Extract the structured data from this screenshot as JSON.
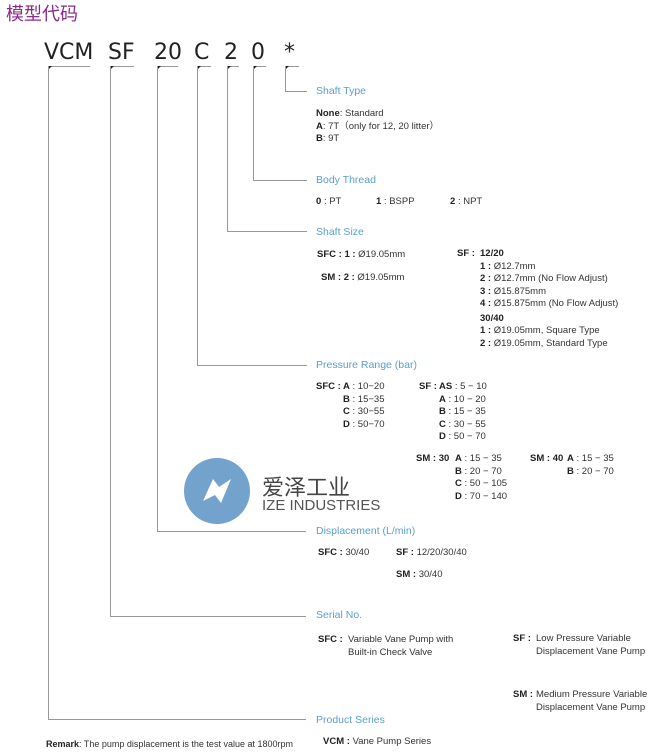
{
  "title": "模型代码",
  "code": [
    "VCM",
    "SF",
    "20",
    "C",
    "2",
    "0",
    "*"
  ],
  "sections": {
    "shaft_type": {
      "label": "Shaft Type",
      "none_key": "None",
      "none_val": ": Standard",
      "a_key": "A",
      "a_val": ": 7T（only for 12, 20 litter）",
      "b_key": "B",
      "b_val": ": 9T"
    },
    "body_thread": {
      "label": "Body Thread",
      "k0": "0",
      "v0": ": PT",
      "k1": "1",
      "v1": ": BSPP",
      "k2": "2",
      "v2": ": NPT"
    },
    "shaft_size": {
      "label": "Shaft Size",
      "sfc": "SFC : 1 :",
      "sfc_v": "Ø19.05mm",
      "sm": "SM : 2 :",
      "sm_v": "Ø19.05mm",
      "sf": "SF :",
      "sf_g1": "12/20",
      "sf_1": "1 :",
      "sf_1v": "Ø12.7mm",
      "sf_2": "2 :",
      "sf_2v": "Ø12.7mm  (No Flow Adjust)",
      "sf_3": "3 :",
      "sf_3v": "Ø15.875mm",
      "sf_4": "4 :",
      "sf_4v": "Ø15.875mm  (No Flow Adjust)",
      "sf_g2": "30/40",
      "sf_5": "1 :",
      "sf_5v": "Ø19.05mm,  Square Type",
      "sf_6": "2 :",
      "sf_6v": "Ø19.05mm, Standard Type"
    },
    "pressure": {
      "label": "Pressure Range (bar)",
      "sfc_prefix": "SFC :",
      "sfc": [
        [
          "A",
          "10−20"
        ],
        [
          "B",
          "15−35"
        ],
        [
          "C",
          "30−55"
        ],
        [
          "D",
          "50−70"
        ]
      ],
      "sf_prefix": "SF :",
      "sf": [
        [
          "AS",
          "5 − 10"
        ],
        [
          "A",
          "10 − 20"
        ],
        [
          "B",
          "15 − 35"
        ],
        [
          "C",
          "30 − 55"
        ],
        [
          "D",
          "50 − 70"
        ]
      ],
      "sm30_prefix": "SM : 30",
      "sm30": [
        [
          "A",
          "15 − 35"
        ],
        [
          "B",
          "20 − 70"
        ],
        [
          "C",
          "50 − 105"
        ],
        [
          "D",
          "70 − 140"
        ]
      ],
      "sm40_prefix": "SM : 40",
      "sm40": [
        [
          "A",
          "15 − 35"
        ],
        [
          "B",
          "20 − 70"
        ]
      ]
    },
    "displacement": {
      "label": "Displacement (L/min)",
      "sfc": "SFC :",
      "sfc_v": "30/40",
      "sf": "SF :",
      "sf_v": "12/20/30/40",
      "sm": "SM :",
      "sm_v": "30/40"
    },
    "serial": {
      "label": "Serial No.",
      "sfc": "SFC :",
      "sfc_v1": "Variable Vane Pump with",
      "sfc_v2": "Built-in Check Valve",
      "sf": "SF :",
      "sf_v1": "Low Pressure Variable",
      "sf_v2": "Displacement Vane Pump",
      "sm": "SM :",
      "sm_v1": "Medium Pressure Variable",
      "sm_v2": "Displacement Vane Pump"
    },
    "product": {
      "label": "Product Series",
      "vcm": "VCM :",
      "vcm_v": "Vane Pump Series"
    }
  },
  "remark": {
    "key": "Remark",
    "text": ": The pump displacement is the test value at 1800rpm"
  },
  "watermark": {
    "cn": "爱泽工业",
    "en": "IZE INDUSTRIES",
    "color": "#5b93c4"
  }
}
